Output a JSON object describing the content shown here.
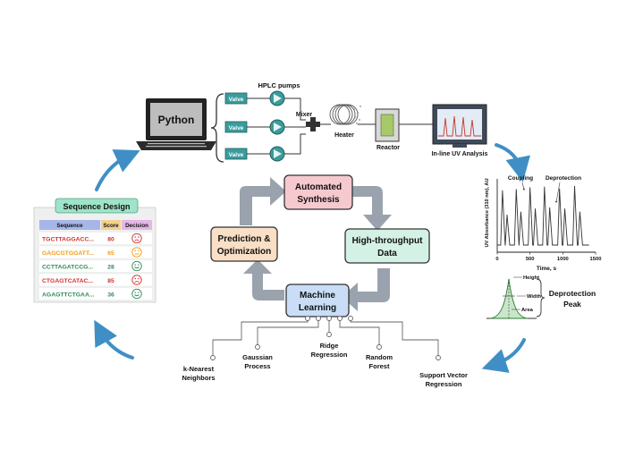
{
  "python": {
    "label": "Python"
  },
  "hplc": {
    "pumps_label": "HPLC pumps",
    "valves": [
      "Valve",
      "Valve",
      "Valve"
    ],
    "mixer_label": "Mixer",
    "heater_label": "Heater",
    "reactor_label": "Reactor",
    "uv_label": "In-line UV Analysis"
  },
  "cycle": {
    "automated_synthesis": [
      "Automated",
      "Synthesis"
    ],
    "high_throughput": [
      "High-throughput",
      "Data"
    ],
    "machine_learning": [
      "Machine",
      "Learning"
    ],
    "prediction": [
      "Prediction &",
      "Optimization"
    ]
  },
  "sequence_design": {
    "title": "Sequence Design",
    "headers": [
      "Sequence",
      "Score",
      "Decision"
    ],
    "rows": [
      {
        "sequence": "TGCTTAGGACC...",
        "score": "80",
        "decision": "sad"
      },
      {
        "sequence": "GAGCGTGGATT...",
        "score": "65",
        "decision": "neutral"
      },
      {
        "sequence": "CCTTAGATCCG...",
        "score": "28",
        "decision": "happy"
      },
      {
        "sequence": "CTGAGTCATAC...",
        "score": "85",
        "decision": "sad"
      },
      {
        "sequence": "AGAGTTCTGAA...",
        "score": "36",
        "decision": "happy"
      }
    ],
    "colors": [
      "#d32f2f",
      "#f39c12",
      "#2e8b57",
      "#d32f2f",
      "#2e8b57"
    ]
  },
  "chart_data": {
    "type": "line",
    "xlabel": "Time, s",
    "ylabel": "UV Absorbance (310 nm), AU",
    "xlim": [
      0,
      1500
    ],
    "xticks": [
      0,
      500,
      1000,
      1500
    ],
    "annotations": [
      "Coupling",
      "Deprotection"
    ],
    "peaks": [
      {
        "x": 80,
        "h": 0.9
      },
      {
        "x": 150,
        "h": 0.5
      },
      {
        "x": 290,
        "h": 0.92
      },
      {
        "x": 360,
        "h": 0.55
      },
      {
        "x": 500,
        "h": 0.95
      },
      {
        "x": 580,
        "h": 0.6
      },
      {
        "x": 720,
        "h": 0.96
      },
      {
        "x": 800,
        "h": 0.62
      },
      {
        "x": 950,
        "h": 0.93
      },
      {
        "x": 1030,
        "h": 0.6
      },
      {
        "x": 1180,
        "h": 0.97
      },
      {
        "x": 1260,
        "h": 0.55
      }
    ]
  },
  "peak_detail": {
    "height": "Height",
    "width": "Width",
    "area": "Area",
    "title": [
      "Deprotection",
      "Peak"
    ]
  },
  "models": [
    [
      "k-Nearest",
      "Neighbors"
    ],
    [
      "Gaussian",
      "Process"
    ],
    [
      "Ridge",
      "Regression"
    ],
    [
      "Random",
      "Forest"
    ],
    [
      "Support Vector",
      "Regression"
    ]
  ],
  "colors": {
    "synthesis_fill": "#f6c9cf",
    "data_fill": "#d4f1e6",
    "ml_fill": "#c9def6",
    "prediction_fill": "#f9dfc6",
    "flow_arrow": "#3f8fc6",
    "cycle_arrow": "#9aa3ad"
  }
}
